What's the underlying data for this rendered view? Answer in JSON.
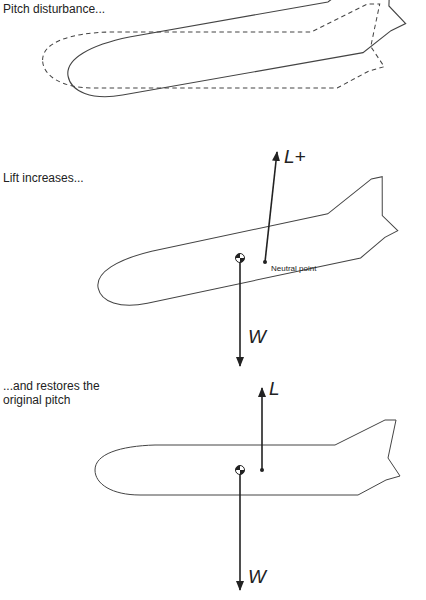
{
  "diagram": {
    "labels": [
      "Pitch disturbance...",
      "Lift increases...",
      "L+",
      "Neutral point",
      "W",
      "...and restores the original pitch",
      "L",
      "W"
    ]
  }
}
